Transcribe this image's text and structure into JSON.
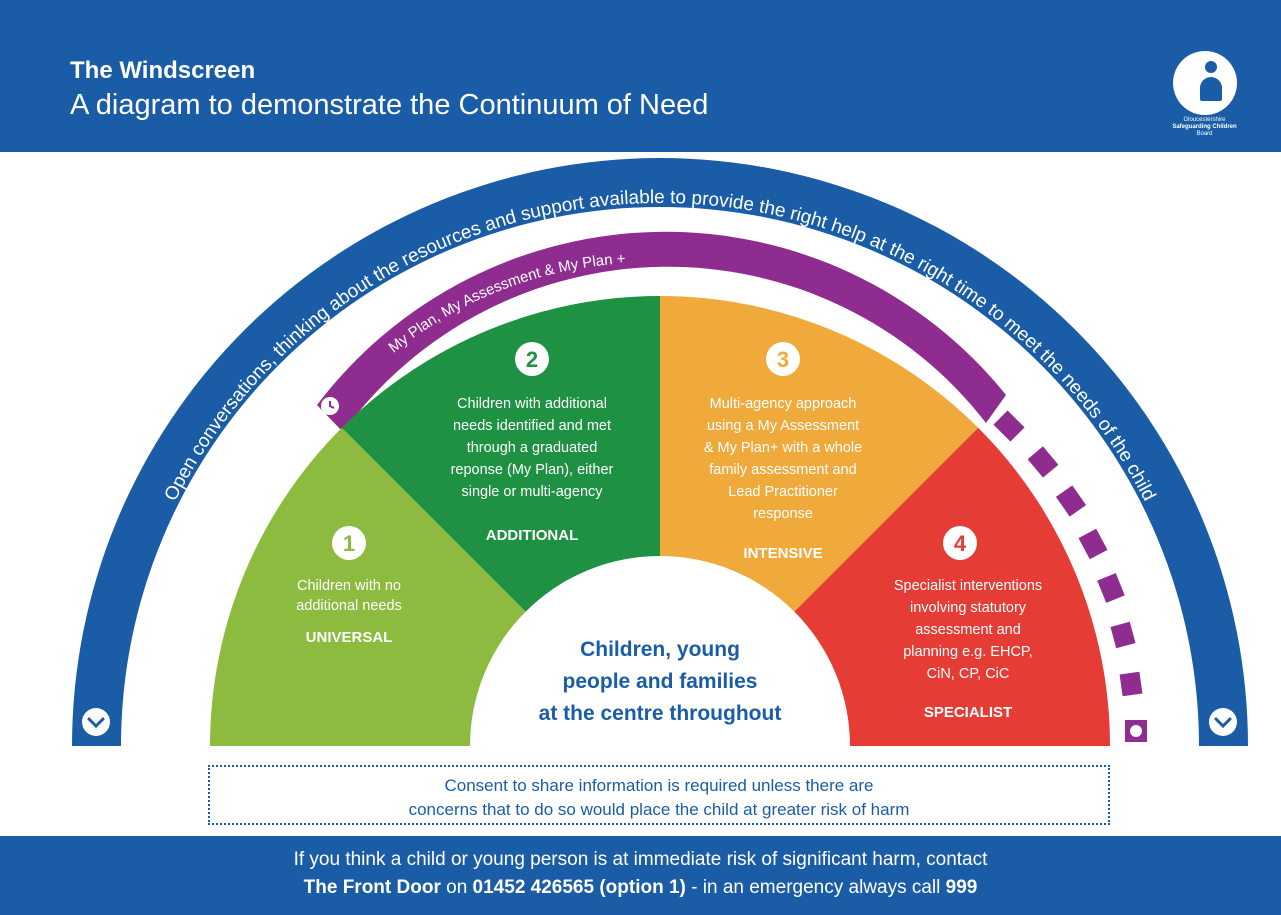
{
  "header": {
    "title": "The Windscreen",
    "subtitle": "A diagram to demonstrate the Continuum of Need",
    "logo_text": [
      "Gloucestershire",
      "Safeguarding Children",
      "Board"
    ]
  },
  "arcs": {
    "outer_text": "Open conversations, thinking about the resources and support available to provide the right help at the right time to meet the needs of the child",
    "middle_text": "My Plan, My Assessment & My Plan +"
  },
  "segments": [
    {
      "number": "1",
      "lines": [
        "Children with no",
        "additional needs"
      ],
      "label": "UNIVERSAL",
      "color": "#8cbb3f"
    },
    {
      "number": "2",
      "lines": [
        "Children with additional",
        "needs identified and met",
        "through a graduated",
        "reponse (My Plan), either",
        "single or multi-agency"
      ],
      "label": "ADDITIONAL",
      "color": "#1e9142"
    },
    {
      "number": "3",
      "lines": [
        "Multi-agency approach",
        "using a My Assessment",
        "& My Plan+ with a whole",
        "family assessment and",
        "Lead Practitioner",
        "response"
      ],
      "label": "INTENSIVE",
      "color": "#f0a93b"
    },
    {
      "number": "4",
      "lines": [
        "Specialist interventions",
        "involving statutory",
        "assessment and",
        "planning e.g. EHCP,",
        "CiN, CP, CiC"
      ],
      "label": "SPECIALIST",
      "color": "#e53c36"
    }
  ],
  "centre": {
    "lines": [
      "Children, young",
      "people and families",
      "at the centre throughout"
    ]
  },
  "colors": {
    "blue": "#1a5da6",
    "purple": "#8e2c8f"
  },
  "consent": {
    "line1": "Consent to share information is required unless there are",
    "line2": "concerns that to do so would place the child at greater risk of harm"
  },
  "footer": {
    "line1": "If you think a child or young person is at immediate risk of significant harm, contact",
    "front_door": "The Front Door",
    "on": " on ",
    "phone": "01452 426565 (option 1)",
    "emergency": " - in an emergency always call ",
    "emergency_number": "999"
  }
}
